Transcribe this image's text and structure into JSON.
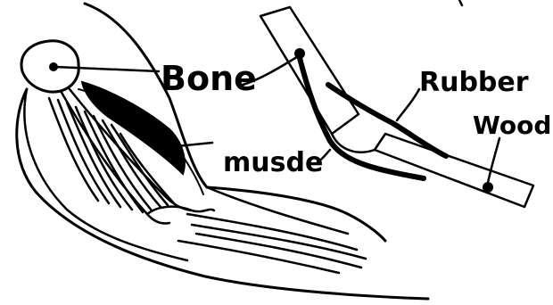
{
  "labels": {
    "bone": "Bone",
    "muscle": "musde",
    "rubber": "Rubber",
    "wood": "Wood"
  },
  "colors": {
    "ink": "#000000",
    "paper": "#ffffff"
  }
}
